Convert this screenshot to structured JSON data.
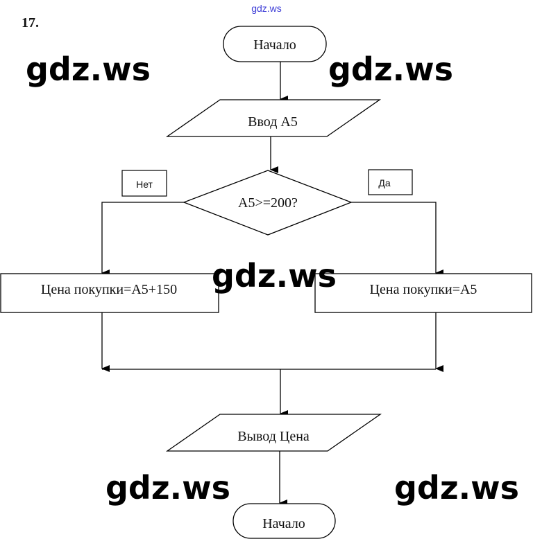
{
  "header": {
    "site_tag": "gdz.ws",
    "site_tag_color": "#3b3bd6",
    "problem_number": "17."
  },
  "watermarks": [
    "gdz.ws",
    "gdz.ws",
    "gdz.ws",
    "gdz.ws",
    "gdz.ws"
  ],
  "flowchart": {
    "start": {
      "type": "terminator",
      "label": "Начало"
    },
    "input": {
      "type": "io",
      "label": "Ввод А5"
    },
    "decision": {
      "type": "decision",
      "label": "А5>=200?"
    },
    "branch_no_label": "Нет",
    "branch_yes_label": "Да",
    "process_no": {
      "type": "process",
      "label": "Цена покупки=А5+150"
    },
    "process_yes": {
      "type": "process",
      "label": "Цена покупки=А5"
    },
    "output": {
      "type": "io",
      "label": "Вывод Цена"
    },
    "end": {
      "type": "terminator",
      "label": "Начало"
    }
  },
  "colors": {
    "stroke": "#000000",
    "text": "#111111",
    "watermark": "#000000"
  }
}
